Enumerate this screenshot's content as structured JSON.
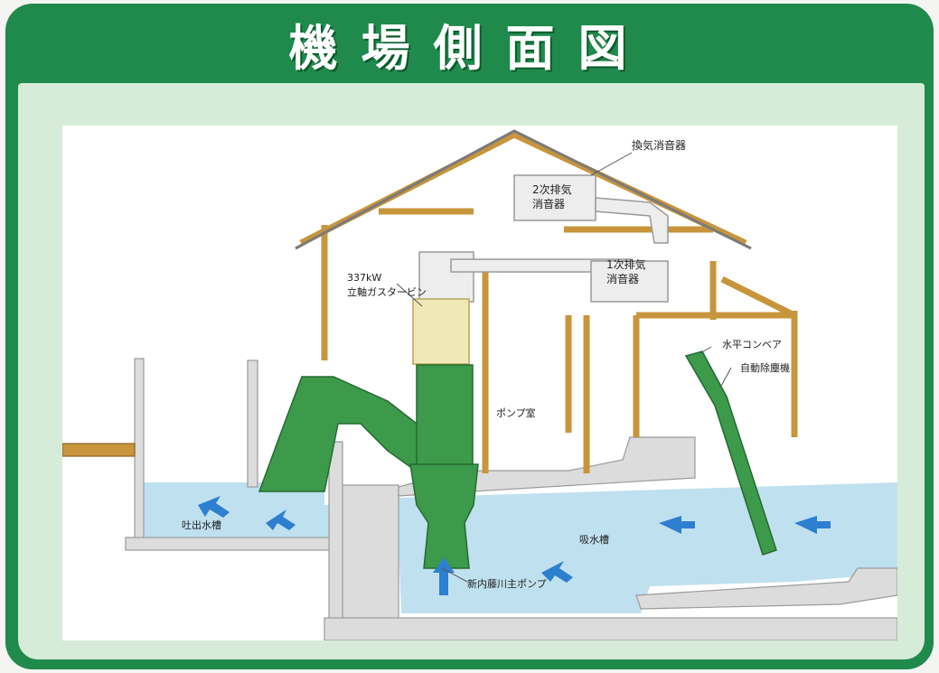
{
  "title": "機場側面図",
  "labels": {
    "exhaust_silencer": "換気消音器",
    "secondary_silencer_line1": "2次排気",
    "secondary_silencer_line2": "消音器",
    "primary_silencer_line1": "1次排気",
    "primary_silencer_line2": "消音器",
    "turbine_line1": "337kW",
    "turbine_line2": "立軸ガスタービン",
    "pump_room": "ポンプ室",
    "horizontal_conveyor": "水平コンベア",
    "auto_screen_cleaner": "自動除塵機",
    "discharge_tank": "吐出水槽",
    "suction_tank": "吸水槽",
    "main_pump": "新内藤川主ポンプ"
  },
  "colors": {
    "frame_green": "#1f8a4c",
    "panel_green": "#d6ecd9",
    "wood": "#c8953c",
    "pump_green": "#3c9a4a",
    "water": "#bfe0ef",
    "arrow_blue": "#2d7fd0",
    "concrete": "#dcdcdc"
  }
}
